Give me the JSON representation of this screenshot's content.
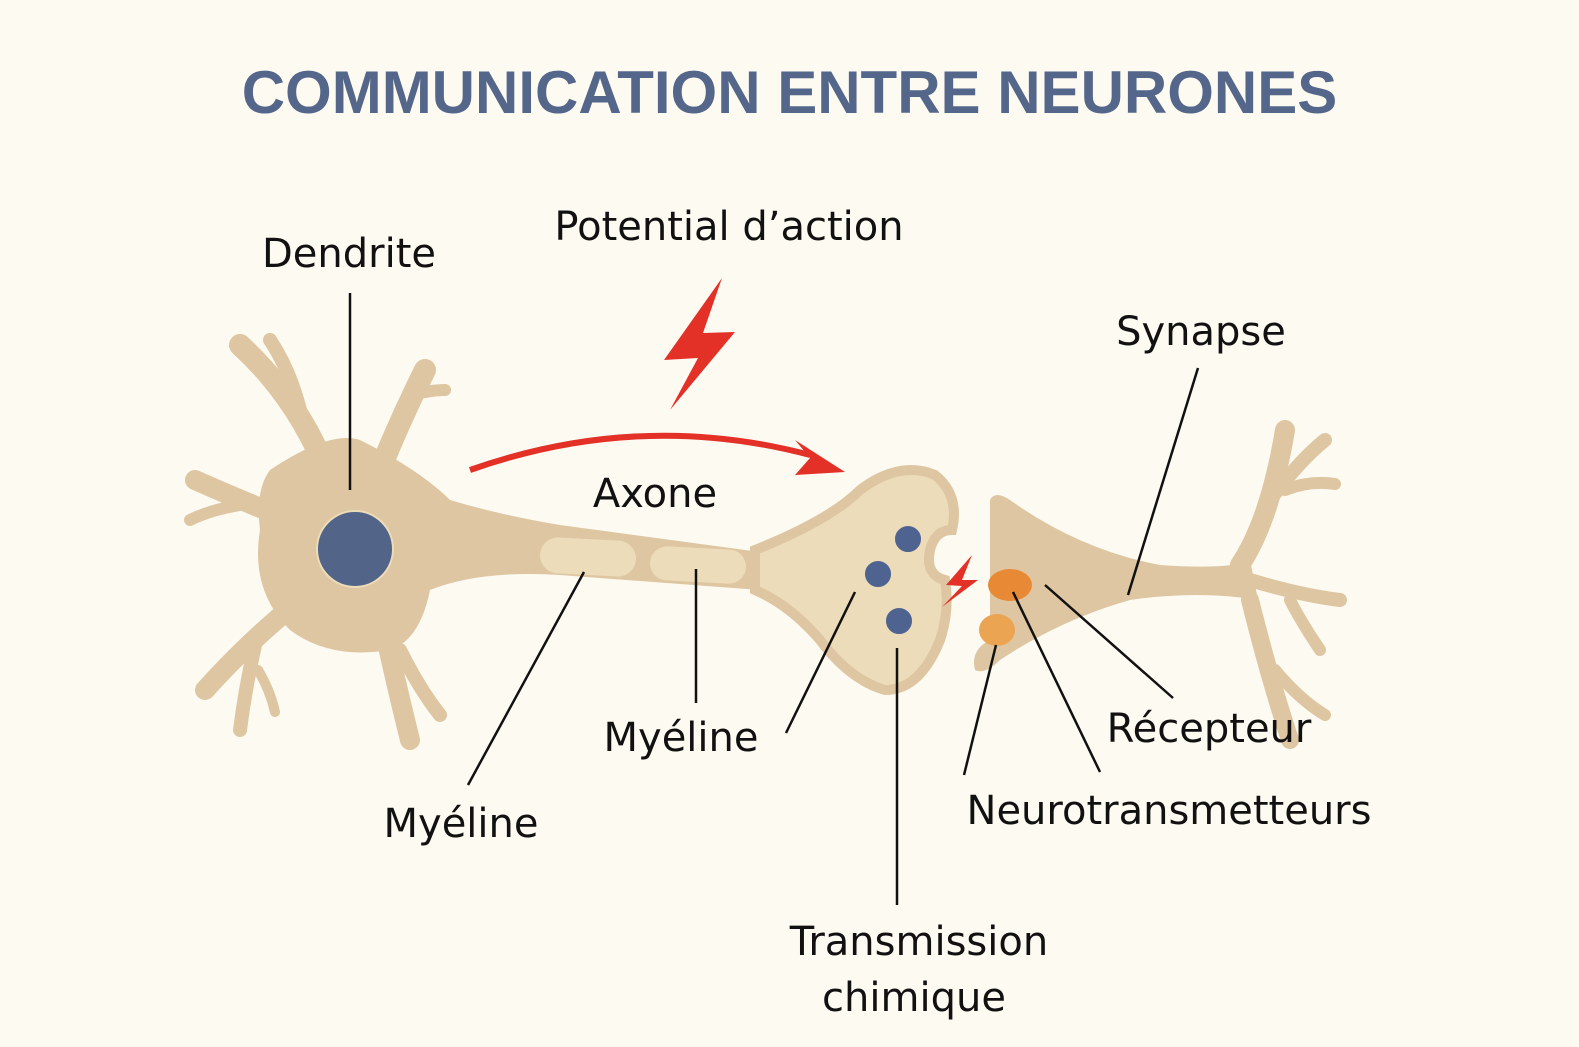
{
  "title": "COMMUNICATION ENTRE NEURONES",
  "colors": {
    "background": "#fdfaf1",
    "title": "#546689",
    "neuron_body": "#dec6a2",
    "terminal_fill": "#ecdcb9",
    "myelin": "#ecdcb9",
    "nucleus": "#536489",
    "vesicle": "#4f6390",
    "signal_red": "#e33127",
    "neurotransmitter_dark": "#e88a35",
    "neurotransmitter_light": "#eba452",
    "leader_line": "#111111"
  },
  "labels": {
    "dendrite": "Dendrite",
    "potential": "Potential d’action",
    "synapse": "Synapse",
    "axone": "Axone",
    "myeline_center": "Myéline",
    "myeline_left": "Myéline",
    "recepteur": "Récepteur",
    "neurotransmetteurs": "Neurotransmetteurs",
    "transmission_line1": "Transmission",
    "transmission_line2": "chimique"
  },
  "icons": {
    "action_potential": "lightning-bolt-icon",
    "synaptic_spark": "lightning-bolt-icon",
    "propagation": "curved-arrow-icon"
  }
}
